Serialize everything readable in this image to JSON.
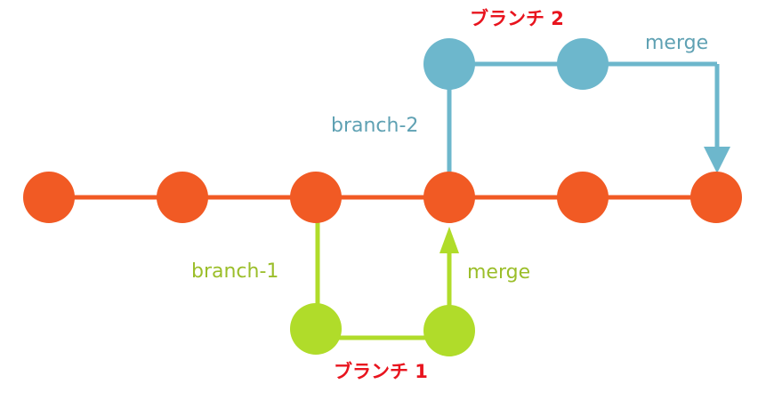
{
  "colors": {
    "main": "#f15a24",
    "branch1": "#b0dc2a",
    "branch1_text": "#9bbe2a",
    "branch2": "#6db7cc",
    "branch2_text": "#5fa1b3",
    "title_text": "#e8141e"
  },
  "main_line": {
    "commit_count": 6
  },
  "branch1": {
    "name_label": "branch-1",
    "merge_label": "merge",
    "title": "ブランチ 1",
    "commit_count": 2
  },
  "branch2": {
    "name_label": "branch-2",
    "merge_label": "merge",
    "title": "ブランチ 2",
    "commit_count": 2
  }
}
